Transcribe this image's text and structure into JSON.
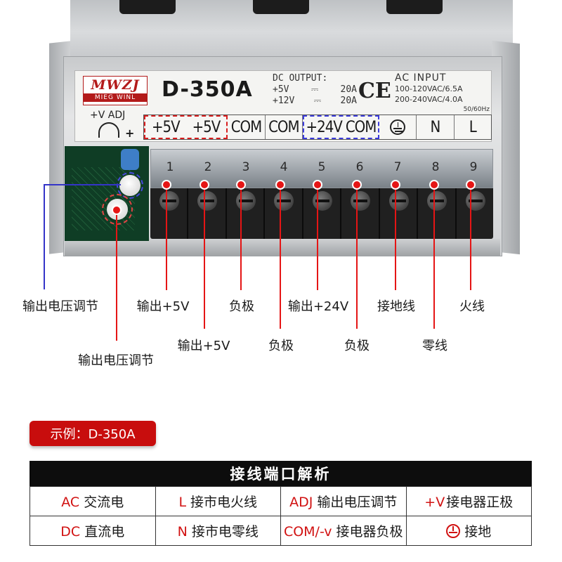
{
  "device_label": {
    "logo_main": "MWZJ",
    "logo_sub": "MIEG WINL",
    "model": "D-350A",
    "dc_title": "DC   OUTPUT:",
    "dc_rows": [
      {
        "voltage": "+5V",
        "symbol": "⎓",
        "current": "20A"
      },
      {
        "voltage": "+12V",
        "symbol": "⎓",
        "current": "20A"
      }
    ],
    "ce_mark": "CE",
    "ac_title": "AC INPUT",
    "ac_rows": [
      "100-120VAC/6.5A",
      "200-240VAC/4.0A"
    ],
    "ac_hz": "50/60Hz",
    "adj_label": "+V  ADJ",
    "adj_plus": "+",
    "terminal_labels": {
      "group_red": [
        "+5V",
        "+5V"
      ],
      "com1": "COM",
      "com2": "COM",
      "group_blue": [
        "+24V",
        "COM"
      ],
      "n": "N",
      "l": "L"
    },
    "cover_numbers": [
      "1",
      "2",
      "3",
      "4",
      "5",
      "6",
      "7",
      "8",
      "9"
    ]
  },
  "callouts": {
    "adj_blue": "输出电压调节",
    "adj_red": "输出电压调节",
    "t1": "输出+5V",
    "t2": "输出+5V",
    "t3": "负极",
    "t4": "负极",
    "t5": "输出+24V",
    "t6": "负极",
    "t7": "接地线",
    "t8": "零线",
    "t9": "火线"
  },
  "example_pill": "示例：D-350A",
  "legend": {
    "title": "接线端口解析",
    "rows": [
      [
        {
          "code": "AC",
          "text": "交流电"
        },
        {
          "code": "L",
          "text": "接市电火线"
        },
        {
          "code": "ADJ",
          "text": "输出电压调节"
        },
        {
          "code": "+V",
          "text": "接电器正极"
        }
      ],
      [
        {
          "code": "DC",
          "text": "直流电"
        },
        {
          "code": "N",
          "text": "接市电零线"
        },
        {
          "code": "COM/-v",
          "text": "接电器负极"
        },
        {
          "code": "",
          "text": "接地"
        }
      ]
    ]
  },
  "colors": {
    "accent_red": "#e51515",
    "accent_blue": "#3434c8",
    "pill_bg": "#c80d0d",
    "table_header_bg": "#0d0d0d"
  }
}
